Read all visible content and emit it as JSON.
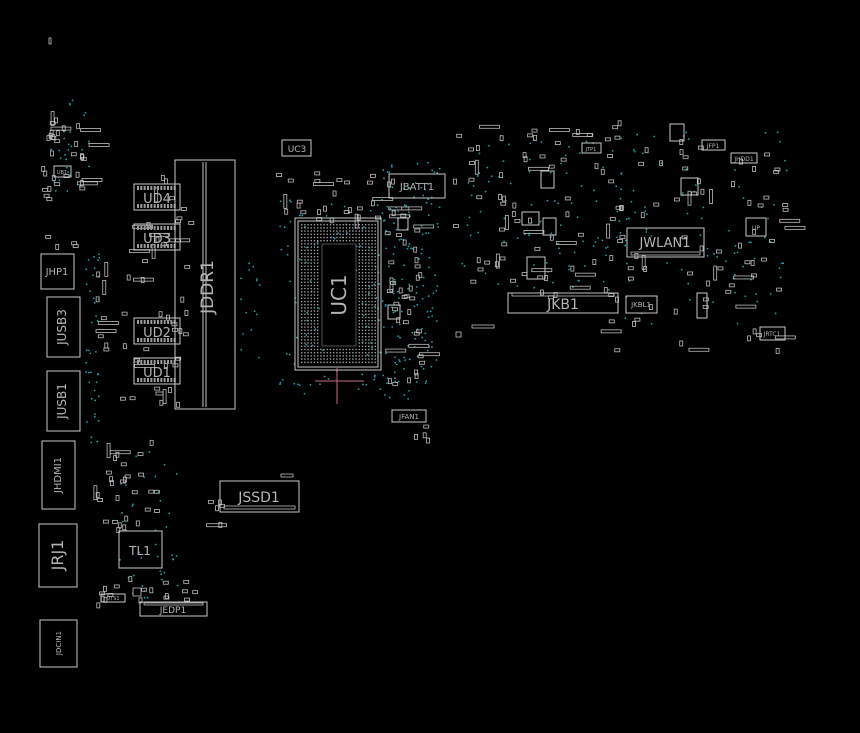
{
  "board": {
    "background": "#000000",
    "outline_color": "#c8c8c8",
    "via_color": "#1fa0a8",
    "components": [
      {
        "id": "ud4",
        "label": "UD4"
      },
      {
        "id": "ud3",
        "label": "UD3"
      },
      {
        "id": "ud2",
        "label": "UD2"
      },
      {
        "id": "ud1",
        "label": "UD1"
      },
      {
        "id": "jddr1",
        "label": "JDDR1"
      },
      {
        "id": "uc3",
        "label": "UC3"
      },
      {
        "id": "jbatt1",
        "label": "JBATT1"
      },
      {
        "id": "uc1",
        "label": "UC1"
      },
      {
        "id": "jkb1",
        "label": "JKB1"
      },
      {
        "id": "jwlan1",
        "label": "JWLAN1"
      },
      {
        "id": "jkbl1",
        "label": "JKBL1"
      },
      {
        "id": "jfp1",
        "label": "JFP1"
      },
      {
        "id": "jhdd1",
        "label": "JHDD1"
      },
      {
        "id": "jtp1",
        "label": "JTP1"
      },
      {
        "id": "jrtc1",
        "label": "JRTC1"
      },
      {
        "id": "jfan1",
        "label": "JFAN1"
      },
      {
        "id": "jhp1",
        "label": "JHP1"
      },
      {
        "id": "jusb3",
        "label": "JUSB3"
      },
      {
        "id": "jusb1",
        "label": "JUSB1"
      },
      {
        "id": "jhdmi1",
        "label": "JHDMI1"
      },
      {
        "id": "jrj1",
        "label": "JRJ1"
      },
      {
        "id": "tl1",
        "label": "TL1"
      },
      {
        "id": "jssd1",
        "label": "JSSD1"
      },
      {
        "id": "jedp1",
        "label": "JEDP1"
      },
      {
        "id": "jdcin1",
        "label": "JDCIN1"
      },
      {
        "id": "ub1",
        "label": "UB1"
      },
      {
        "id": "uts1",
        "label": "UTS1"
      },
      {
        "id": "up",
        "label": "UP"
      }
    ]
  }
}
